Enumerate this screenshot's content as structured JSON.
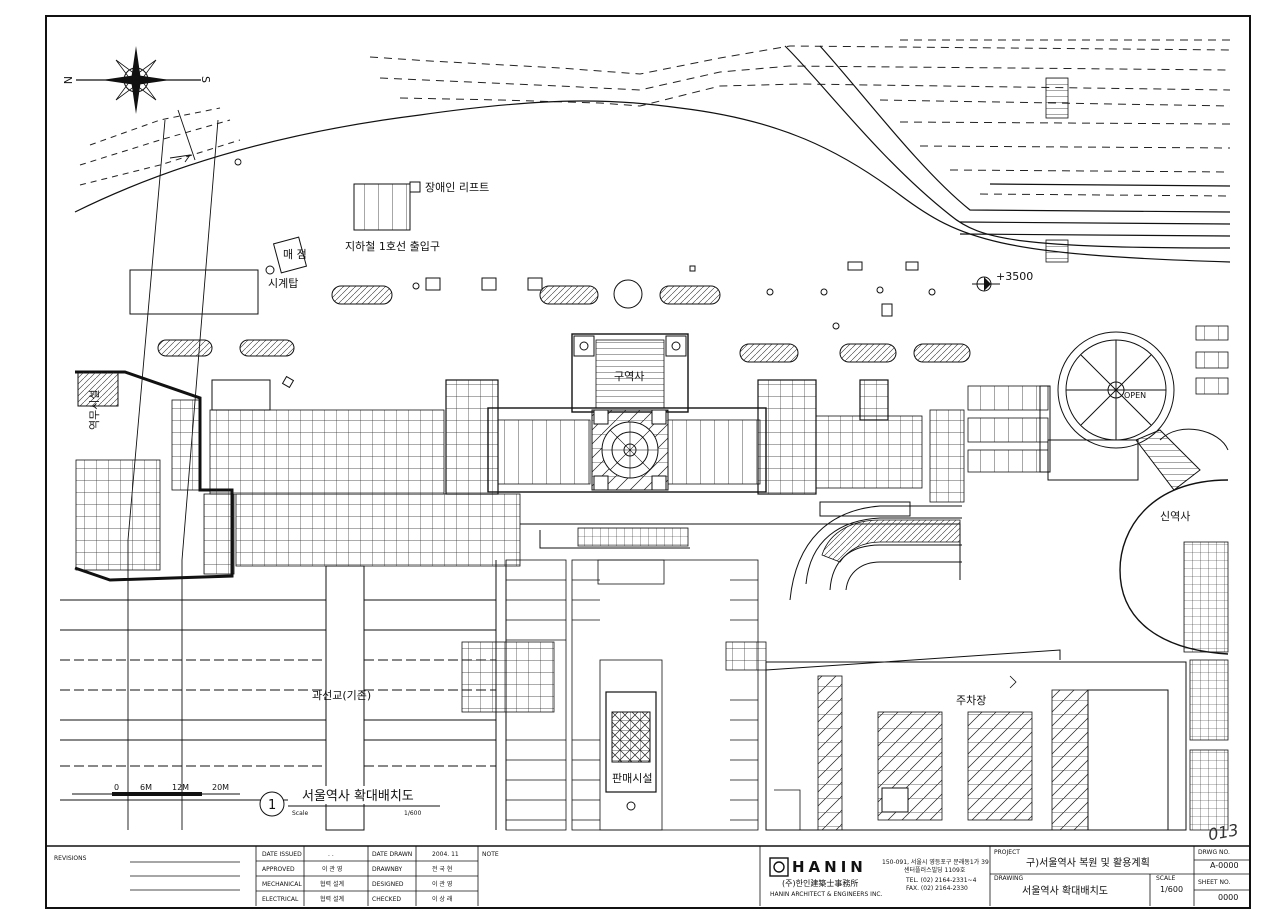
{
  "labels": {
    "lift": "장애인 리프트",
    "subway": "지하철 1호선 출입구",
    "kiosk": "매 점",
    "clock": "시계탑",
    "level": "+3500",
    "old_station": "구역사",
    "open": "OPEN",
    "new_station": "신역사",
    "overpass": "과선교(기존)",
    "parking": "주차장",
    "retail": "판매시설",
    "vertical": "역무시설",
    "handnote": "013"
  },
  "compass": {
    "n": "N",
    "s": "S"
  },
  "scale_bar": {
    "t0": "0",
    "t1": "6M",
    "t2": "12M",
    "t3": "20M"
  },
  "plan_title": {
    "number": "1",
    "title": "서울역사 확대배치도",
    "scale_label": "Scale",
    "scale_value": "1/600"
  },
  "title_block": {
    "revisions": "REVISIONS",
    "date_issued_label": "DATE ISSUED",
    "date_issued": ".  .",
    "approved_label": "APPROVED",
    "approved": "이 관 영",
    "mechanical_label": "MECHANICAL",
    "mechanical": "협력 설계",
    "electrical_label": "ELECTRICAL",
    "electrical": "협력 설계",
    "date_drawn_label": "DATE DRAWN",
    "date_drawn": "2004. 11",
    "drawnby_label": "DRAWNBY",
    "drawnby": "전 국 현",
    "designed_label": "DESIGNED",
    "designed": "이 관 영",
    "checked_label": "CHECKED",
    "checked": "이 상 래",
    "note_label": "NOTE",
    "company_logo": "HANIN",
    "company_kr": "(주)한인建築士事務所",
    "company_en": "HANIN ARCHITECT & ENGINEERS INC.",
    "address1": "150-091, 서울시 영등포구 문래동1가 39",
    "address2": "센터플러스빌딩 1109호",
    "tel": "TEL. (02) 2164-2331~4",
    "fax": "FAX. (02) 2164-2330",
    "project_label": "PROJECT",
    "project": "구)서울역사 복원 및 활용계획",
    "drawing_label": "DRAWING",
    "drawing": "서울역사 확대배치도",
    "scale_label": "SCALE",
    "scale": "1/600",
    "drwg_no_label": "DRWG NO.",
    "drwg_no": "A-0000",
    "sheet_no_label": "SHEET NO.",
    "sheet_no": "0000"
  }
}
